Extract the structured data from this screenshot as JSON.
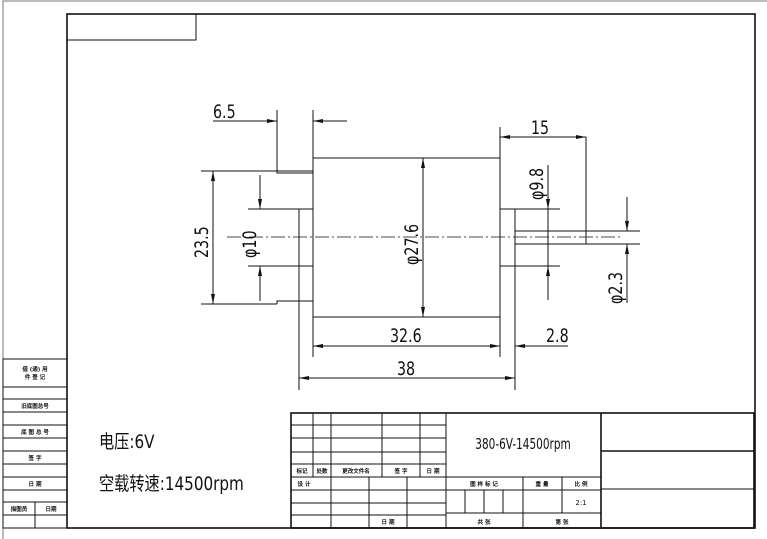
{
  "dimensions": {
    "d6_5": "6.5",
    "d15": "15",
    "d23_5": "23.5",
    "phi10": "φ10",
    "phi27_6": "φ27.6",
    "phi9_8": "φ9.8",
    "phi2_3": "φ2.3",
    "d32_6": "32.6",
    "d2_8": "2.8",
    "d38": "38"
  },
  "notes": {
    "voltage": "电压:6V",
    "speed": "空载转速:14500rpm"
  },
  "left_strip": {
    "borrow_line1": "借 (通) 用",
    "borrow_line2": "件 登 记",
    "old_base_no": "旧底图总号",
    "base_no": "底 图 总 号",
    "signature": "签    字",
    "date": "日    期",
    "tracer": "描图员",
    "tracer_date": "日期"
  },
  "title_block": {
    "title": "380-6V-14500rpm",
    "mark": "标记",
    "count": "处数",
    "change_doc": "更改文件名",
    "sign": "签  字",
    "date": "日 期",
    "design": "设  计",
    "date2": "日  期",
    "sample_mark": "图 样 标 记",
    "weight": "重  量",
    "scale": "比  例",
    "scale_value": "2:1",
    "total_sheets": "共        张",
    "sheet_no": "第        张"
  }
}
